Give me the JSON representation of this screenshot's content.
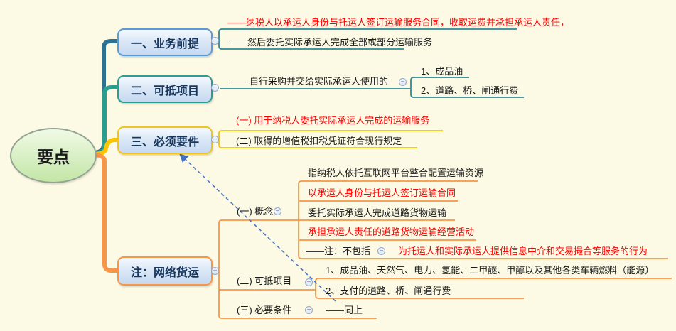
{
  "root": {
    "label": "要点"
  },
  "topics": [
    {
      "label": "一、业务前提",
      "branch_color": "#2e7191",
      "border_color": "#5b9bd5"
    },
    {
      "label": "二、可抵项目",
      "branch_color": "#2a9d8f",
      "border_color": "#2a9d8f"
    },
    {
      "label": "三、必须要件",
      "branch_color": "#fdc400",
      "border_color": "#f0c419"
    },
    {
      "label": "注：网络货运",
      "branch_color": "#f79646",
      "border_color": "#f79646"
    }
  ],
  "nodes": {
    "b1c1": "——纳税人以承运人身份与托运人签订运输服务合同，收取运费并承担承运人责任，",
    "b1c2": "——然后委托实际承运人完成全部或部分运输服务",
    "b2c1": "——自行采购并交给实际承运人使用的",
    "b2c1a": "1、成品油",
    "b2c1b": "2、道路、桥、闸通行费",
    "b3c1": "(一) 用于纳税人委托实际承运人完成的运输服务",
    "b3c2": "(二) 取得的增值税扣税凭证符合现行规定",
    "b4c1": "(一) 概念",
    "b4c1a": "指纳税人依托互联网平台整合配置运输资源",
    "b4c1b": "以承运人身份与托运人签订运输合同",
    "b4c1c": "委托实际承运人完成道路货物运输",
    "b4c1d": "承担承运人责任的道路货物运输经营活动",
    "b4c1e": "——注：不包括",
    "b4c1e1": "为托运人和实际承运人提供信息中介和交易撮合等服务的行为",
    "b4c2": "(二) 可抵项目",
    "b4c2a": "1、成品油、天然气、电力、氢能、二甲醚、甲醇以及其他各类车辆燃料（能源）",
    "b4c2b": "2、支付的道路、桥、闸通行费",
    "b4c3": "(三) 必要条件",
    "b4c3a": "——同上"
  },
  "icons": {
    "collapse_glyph": "−"
  },
  "colors": {
    "background": "#fcf9e4",
    "emphasis_text": "#fe0000",
    "normal_text": "#1a1a1a",
    "topic_text": "#17375e",
    "relationship_arrow": "#4472c4",
    "root_fill": "#c3e6a6"
  }
}
